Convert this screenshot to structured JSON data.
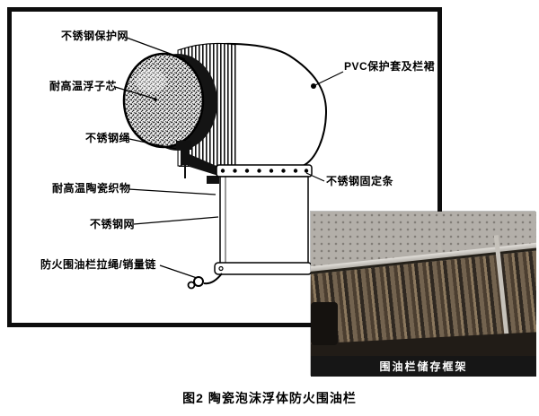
{
  "figure": {
    "caption": "图2  陶瓷泡沫浮体防火围油栏"
  },
  "diagram": {
    "labels": {
      "protective_mesh": "不锈钢保护网",
      "float_core": "耐高温浮子芯",
      "steel_rope": "不锈钢绳",
      "ceramic_fabric": "耐高温陶瓷织物",
      "steel_mesh": "不锈钢网",
      "pull_rope_chain": "防火围油栏拉绳/销量链",
      "pvc_cover": "PVC保护套及栏裙",
      "fixing_strip": "不锈钢固定条"
    }
  },
  "photo": {
    "caption": "围油栏储存框架"
  },
  "colors": {
    "frame_border": "#0d0d0d",
    "photo_caption_bg": "#161616",
    "photo_caption_text": "#ffffff"
  }
}
